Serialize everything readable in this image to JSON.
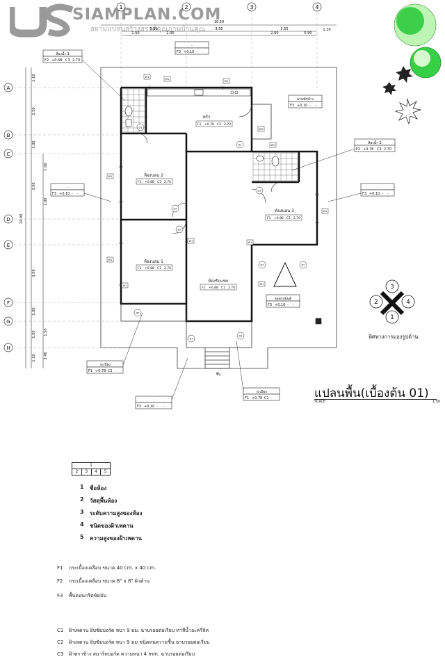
{
  "logo": {
    "main": "SIAMPLAN.COM",
    "sub": "สยามแปลนสร้างสรรค์คุณภาพบ้านคุณ"
  },
  "grid_cols": [
    "1",
    "2",
    "3",
    "4"
  ],
  "grid_rows": [
    "A",
    "B",
    "C",
    "D",
    "E",
    "F",
    "G",
    "H"
  ],
  "dims_top": {
    "total": "10.50",
    "right": "1.10",
    "row1": [
      "3.50",
      "3.50",
      "3.50"
    ],
    "row2": [
      "1.50",
      "2.00",
      "2.60",
      "0.90"
    ]
  },
  "dims_left": {
    "total": "14.00",
    "row1": [
      "1.10",
      "2.50",
      "1.00",
      "3.50",
      "3.50",
      "1.00",
      "1.50",
      "1.10"
    ],
    "row2": [
      "1.00",
      "2.00",
      "1.50",
      "3.40"
    ]
  },
  "rooms": [
    {
      "name": "ห้องน้ำ 1",
      "tags": [
        "F2",
        "+0.68",
        "C3",
        "2.70"
      ]
    },
    {
      "name": "ครัว",
      "tags": [
        "F1",
        "+0.78",
        "C2",
        "2.70"
      ]
    },
    {
      "name": "ลานซักล้าง",
      "tags": [
        "F3",
        "+0.10",
        "-",
        "-"
      ]
    },
    {
      "name": "ห้องน้ำ 2",
      "tags": [
        "F2",
        "+0.78",
        "C3",
        "2.70"
      ]
    },
    {
      "name": "ห้องนอน 2",
      "tags": [
        "F1",
        "+0.88",
        "C1",
        "2.70"
      ]
    },
    {
      "name": "ห้องนอน 3",
      "tags": [
        "F1",
        "+0.88",
        "C1",
        "2.70"
      ]
    },
    {
      "name": "ห้องนอน 1",
      "tags": [
        "F1",
        "+0.88",
        "C1",
        "2.70"
      ]
    },
    {
      "name": "ห้องรับแขก",
      "tags": [
        "F1",
        "+0.88",
        "C1",
        "2.70"
      ]
    },
    {
      "name": "จอดรถยนต์",
      "tags": [
        "F3",
        "+0.10",
        "-",
        "-"
      ]
    },
    {
      "name": "ระเบียง",
      "tags": [
        "F1",
        "+0.78",
        "C1",
        "-"
      ]
    },
    {
      "name": "ระเบียง",
      "tags": [
        "F1",
        "+0.78",
        "C1",
        "-"
      ]
    },
    {
      "name": "-",
      "tags": [
        "F3",
        "+0.10",
        "-",
        "-"
      ]
    },
    {
      "name": "-",
      "tags": [
        "F3",
        "+0.10",
        "-",
        "-"
      ]
    },
    {
      "name": "-",
      "tags": [
        "F3",
        "+0.10",
        "-",
        "-"
      ]
    },
    {
      "name": "-",
      "tags": [
        "F3",
        "+0.10",
        "-",
        "-"
      ]
    }
  ],
  "doors": [
    "D1",
    "D2",
    "D2",
    "D2",
    "D3",
    "D3",
    "D2",
    "D1",
    "D2",
    "D1"
  ],
  "windows": [
    "W1",
    "W1",
    "W1",
    "W1",
    "W1",
    "W1",
    "W1",
    "W1",
    "W1",
    "W1",
    "W2",
    "W2"
  ],
  "entry_label": "ขึ้น",
  "compass": {
    "n1": "1",
    "n2": "2",
    "n3": "3",
    "n4": "4",
    "caption": "ทิศทางการมองรูปด้าน"
  },
  "title": "แปลนพื้น(เบื้องต้น 01)",
  "scale_label": "SCALE",
  "scale_value": "1:50",
  "legend": {
    "top": "1",
    "cells": [
      "2",
      "3",
      "4",
      "5"
    ]
  },
  "legend_items": [
    {
      "n": "1",
      "t": "ชื่อห้อง"
    },
    {
      "n": "2",
      "t": "วัสดุพื้นห้อง"
    },
    {
      "n": "3",
      "t": "ระดับความสูงของห้อง"
    },
    {
      "n": "4",
      "t": "ชนิดของฝ้าเพดาน"
    },
    {
      "n": "5",
      "t": "ความสูงของฝ้าเพดาน"
    }
  ],
  "floor_notes": [
    {
      "code": "F1",
      "t": "กระเบื้องเคลือบ ขนาด 40 cm. x 40 cm."
    },
    {
      "code": "F2",
      "t": "กระเบื้องเคลือบ ขนาด 8\" x 8\" ผิวด้าน"
    },
    {
      "code": "F3",
      "t": "พื้นคอนกรีตขัดมัน"
    }
  ],
  "ceiling_notes": [
    {
      "code": "C1",
      "t": "ฝ้าเพดาน ยิบซัมบอร์ด หนา 9 มม. ฉาบรอยต่อเรียบ ทาสีน้ำอะครีลิค"
    },
    {
      "code": "C2",
      "t": "ฝ้าเพดาน ยิบซัมบอร์ด หนา 9 มม ชนิดทนความชื้น ฉาบรอยต่อเรียบ"
    },
    {
      "code": "C3",
      "t": "ฝ้าตราช้าง สมาร์ทบอร์ด ความหนา 4 mm. ฉาบรอยต่อเรียบ"
    }
  ]
}
